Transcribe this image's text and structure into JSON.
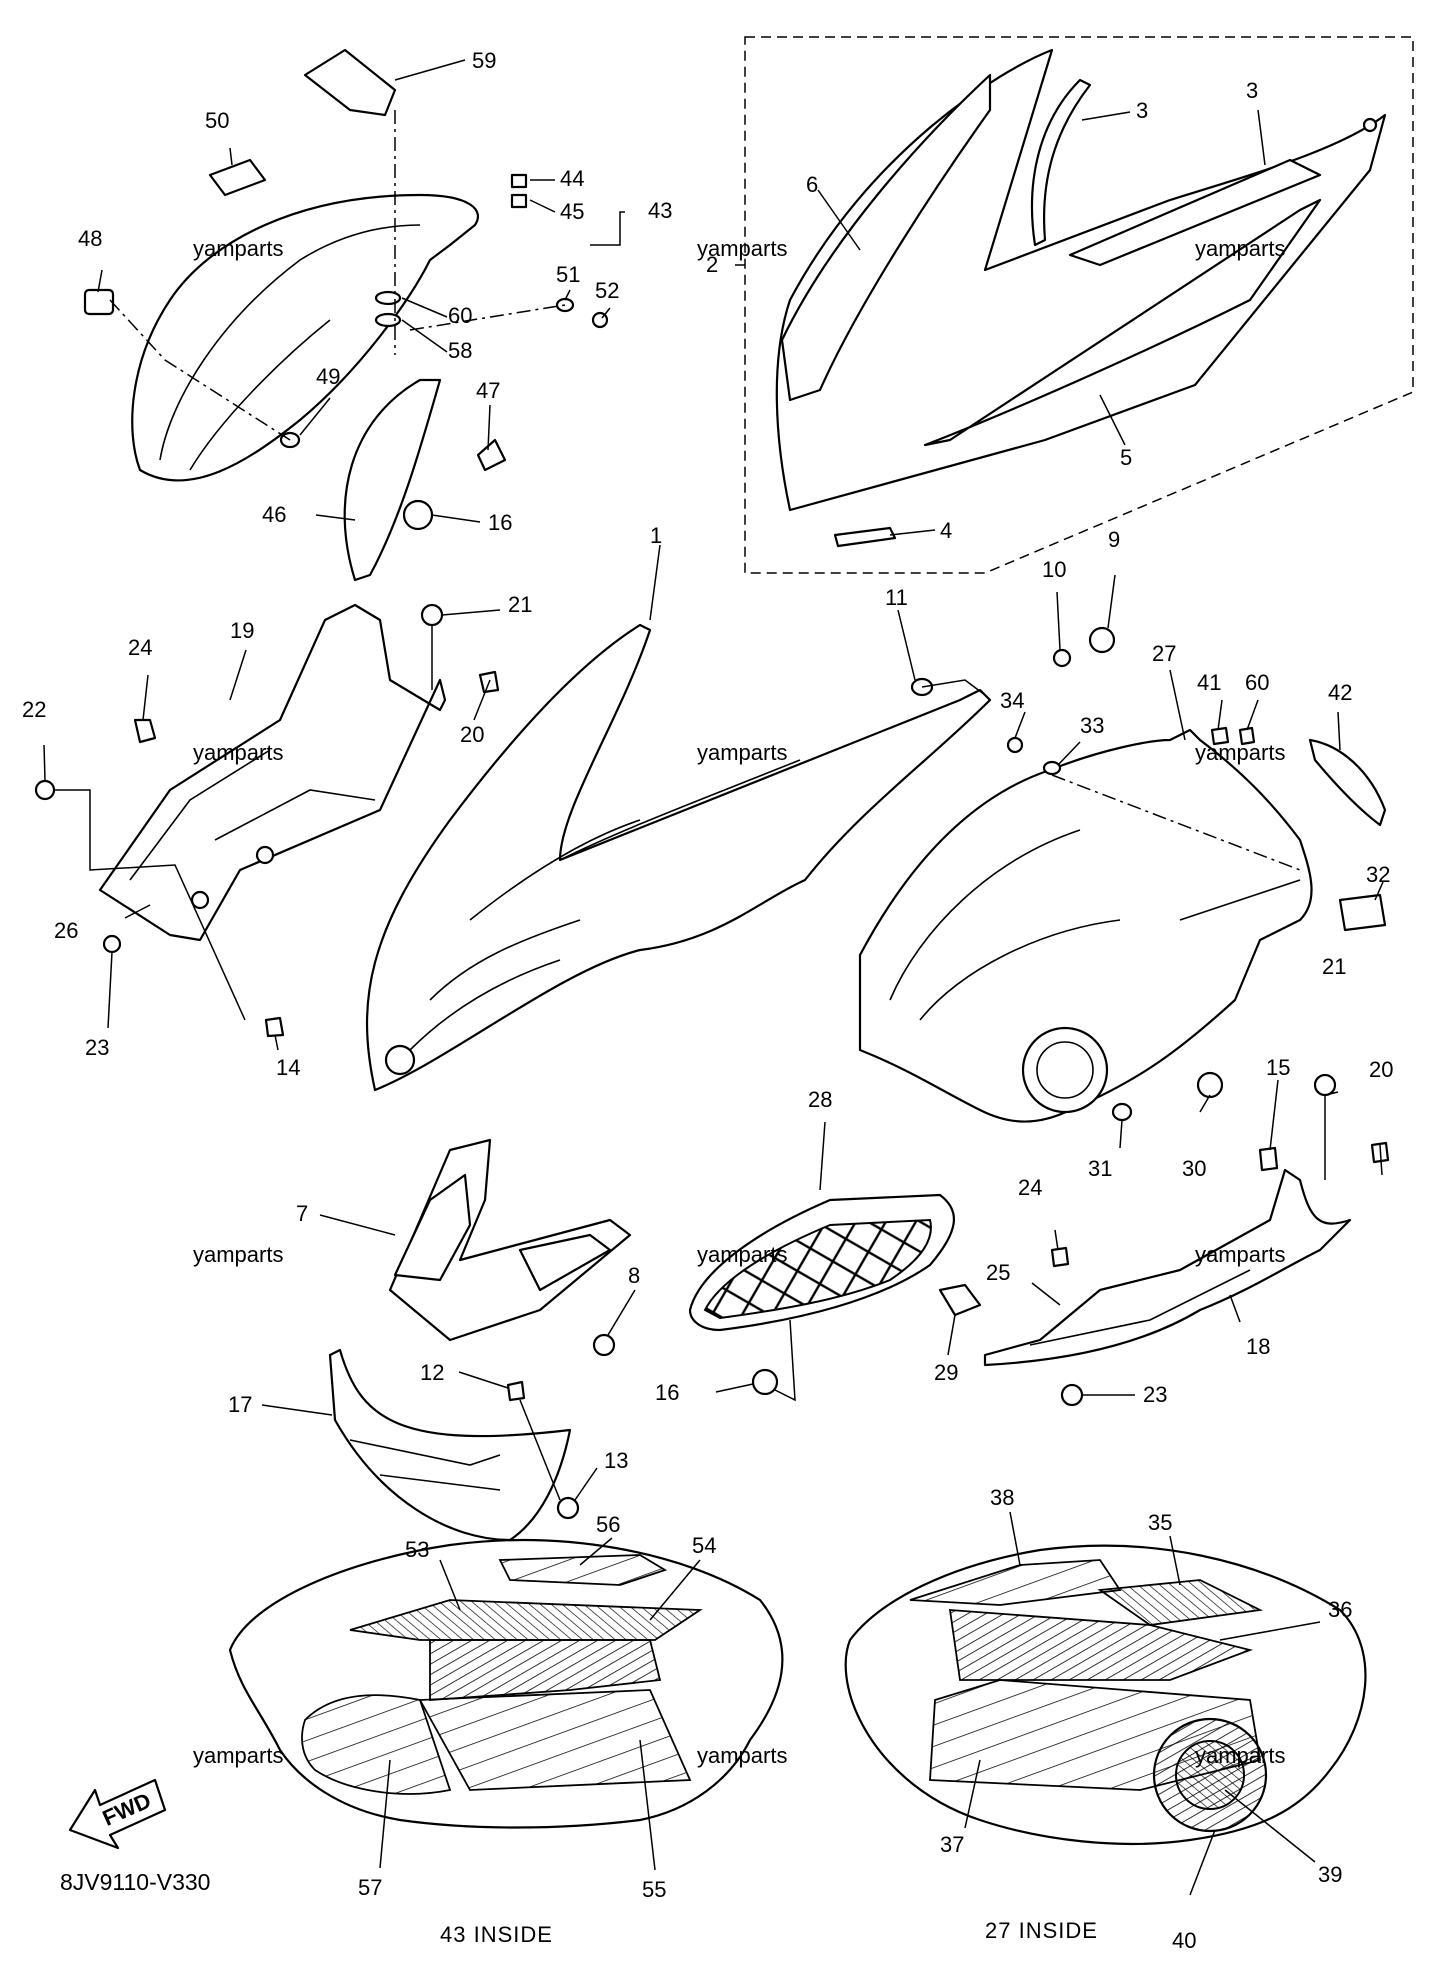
{
  "diagram": {
    "code": "8JV9110-V330",
    "fwd_label": "FWD",
    "watermark": "yamparts",
    "captions": {
      "inside_43": "43 INSIDE",
      "inside_27": "27 INSIDE"
    }
  },
  "callouts": [
    {
      "id": "c1",
      "n": "1"
    },
    {
      "id": "c2",
      "n": "2"
    },
    {
      "id": "c3a",
      "n": "3"
    },
    {
      "id": "c3b",
      "n": "3"
    },
    {
      "id": "c4",
      "n": "4"
    },
    {
      "id": "c5",
      "n": "5"
    },
    {
      "id": "c6",
      "n": "6"
    },
    {
      "id": "c7",
      "n": "7"
    },
    {
      "id": "c8",
      "n": "8"
    },
    {
      "id": "c9",
      "n": "9"
    },
    {
      "id": "c10",
      "n": "10"
    },
    {
      "id": "c11",
      "n": "11"
    },
    {
      "id": "c12",
      "n": "12"
    },
    {
      "id": "c13",
      "n": "13"
    },
    {
      "id": "c14",
      "n": "14"
    },
    {
      "id": "c15",
      "n": "15"
    },
    {
      "id": "c16a",
      "n": "16"
    },
    {
      "id": "c16b",
      "n": "16"
    },
    {
      "id": "c17",
      "n": "17"
    },
    {
      "id": "c18",
      "n": "18"
    },
    {
      "id": "c19",
      "n": "19"
    },
    {
      "id": "c20a",
      "n": "20"
    },
    {
      "id": "c20b",
      "n": "20"
    },
    {
      "id": "c21a",
      "n": "21"
    },
    {
      "id": "c21b",
      "n": "21"
    },
    {
      "id": "c22",
      "n": "22"
    },
    {
      "id": "c23a",
      "n": "23"
    },
    {
      "id": "c23b",
      "n": "23"
    },
    {
      "id": "c24a",
      "n": "24"
    },
    {
      "id": "c24b",
      "n": "24"
    },
    {
      "id": "c25",
      "n": "25"
    },
    {
      "id": "c26",
      "n": "26"
    },
    {
      "id": "c27",
      "n": "27"
    },
    {
      "id": "c28",
      "n": "28"
    },
    {
      "id": "c29",
      "n": "29"
    },
    {
      "id": "c30",
      "n": "30"
    },
    {
      "id": "c31",
      "n": "31"
    },
    {
      "id": "c32",
      "n": "32"
    },
    {
      "id": "c33",
      "n": "33"
    },
    {
      "id": "c34",
      "n": "34"
    },
    {
      "id": "c35",
      "n": "35"
    },
    {
      "id": "c36",
      "n": "36"
    },
    {
      "id": "c37",
      "n": "37"
    },
    {
      "id": "c38",
      "n": "38"
    },
    {
      "id": "c39",
      "n": "39"
    },
    {
      "id": "c40",
      "n": "40"
    },
    {
      "id": "c41",
      "n": "41"
    },
    {
      "id": "c42",
      "n": "42"
    },
    {
      "id": "c43",
      "n": "43"
    },
    {
      "id": "c44",
      "n": "44"
    },
    {
      "id": "c45",
      "n": "45"
    },
    {
      "id": "c46",
      "n": "46"
    },
    {
      "id": "c47",
      "n": "47"
    },
    {
      "id": "c48",
      "n": "48"
    },
    {
      "id": "c49",
      "n": "49"
    },
    {
      "id": "c50",
      "n": "50"
    },
    {
      "id": "c51",
      "n": "51"
    },
    {
      "id": "c52",
      "n": "52"
    },
    {
      "id": "c53",
      "n": "53"
    },
    {
      "id": "c54",
      "n": "54"
    },
    {
      "id": "c55",
      "n": "55"
    },
    {
      "id": "c56",
      "n": "56"
    },
    {
      "id": "c57",
      "n": "57"
    },
    {
      "id": "c58",
      "n": "58"
    },
    {
      "id": "c59",
      "n": "59"
    },
    {
      "id": "c60a",
      "n": "60"
    },
    {
      "id": "c60b",
      "n": "60"
    }
  ]
}
